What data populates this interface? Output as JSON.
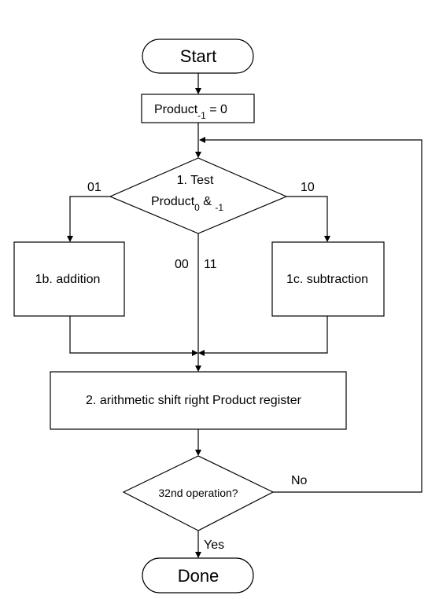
{
  "flowchart": {
    "start": {
      "label": "Start"
    },
    "init": {
      "main": "Product",
      "sub": "-1",
      "rest": " = 0"
    },
    "test": {
      "line1": "1. Test",
      "line2_main": "Product",
      "line2_sub0": "0",
      "line2_amp": " & ",
      "line2_sub1": "-1"
    },
    "branch_01": "01",
    "branch_10": "10",
    "branch_00": "00",
    "branch_11": "11",
    "addition": {
      "label": "1b. addition"
    },
    "subtraction": {
      "label": "1c. subtraction"
    },
    "shift": {
      "label": "2. arithmetic shift right Product register"
    },
    "check": {
      "label": "32nd operation?"
    },
    "no_label": "No",
    "yes_label": "Yes",
    "done": {
      "label": "Done"
    }
  }
}
